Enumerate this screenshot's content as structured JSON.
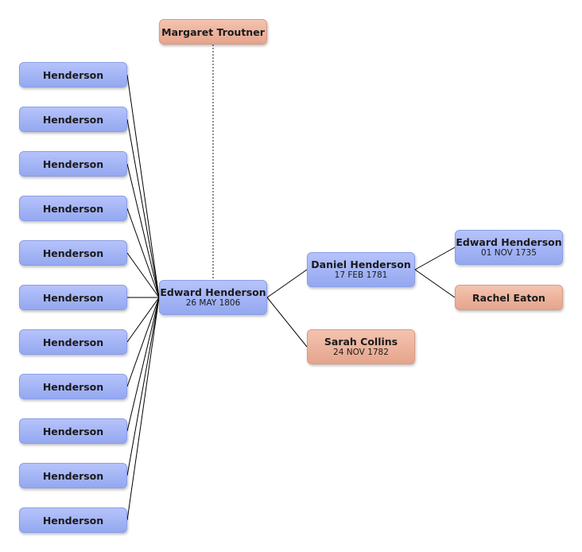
{
  "spouse_top": {
    "name": "Margaret Troutner"
  },
  "focus": {
    "name": "Edward Henderson",
    "date": "26 MAY 1806"
  },
  "father": {
    "name": "Daniel Henderson",
    "date": "17 FEB 1781"
  },
  "mother": {
    "name": "Sarah Collins",
    "date": "24 NOV 1782"
  },
  "paternal_grandfather": {
    "name": "Edward Henderson",
    "date": "01 NOV 1735"
  },
  "paternal_grandmother": {
    "name": "Rachel Eaton"
  },
  "children": [
    {
      "name": "Henderson"
    },
    {
      "name": "Henderson"
    },
    {
      "name": "Henderson"
    },
    {
      "name": "Henderson"
    },
    {
      "name": "Henderson"
    },
    {
      "name": "Henderson"
    },
    {
      "name": "Henderson"
    },
    {
      "name": "Henderson"
    },
    {
      "name": "Henderson"
    },
    {
      "name": "Henderson"
    },
    {
      "name": "Henderson"
    }
  ],
  "colors": {
    "male": "#9fb1f4",
    "female": "#eab09a",
    "line": "#000000"
  }
}
